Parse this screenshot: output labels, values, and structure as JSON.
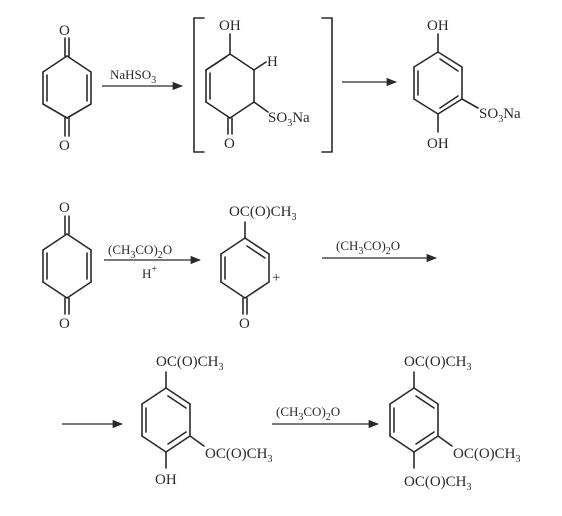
{
  "scheme": {
    "row1": {
      "reagent": {
        "main": "NaHSO",
        "sub": "3"
      },
      "intermediate": {
        "oh": "OH",
        "o": "O",
        "h": "H",
        "so3na_a": "SO",
        "so3na_sub": "3",
        "so3na_b": "Na"
      },
      "product": {
        "oh_top": "OH",
        "oh_bottom": "OH",
        "so3na_a": "SO",
        "so3na_sub": "3",
        "so3na_b": "Na"
      }
    },
    "row2": {
      "quinone_o_top": "O",
      "quinone_o_bottom": "O",
      "arrow1_reagent": {
        "a": "(CH",
        "s1": "3",
        "b": "CO)",
        "s2": "2",
        "c": "O"
      },
      "arrow1_catalyst": {
        "a": "H",
        "sup": "+"
      },
      "cation": {
        "oac": "OC(O)CH",
        "oac_sub": "3",
        "o": "O",
        "charge": "+"
      },
      "arrow2_reagent": {
        "a": "(CH",
        "s1": "3",
        "b": "CO)",
        "s2": "2",
        "c": "O"
      }
    },
    "row3": {
      "intermediate": {
        "oac_top": "OC(O)CH",
        "oac_top_sub": "3",
        "oac_side": "OC(O)CH",
        "oac_side_sub": "3",
        "oh": "OH"
      },
      "arrow_reagent": {
        "a": "(CH",
        "s1": "3",
        "b": "CO)",
        "s2": "2",
        "c": "O"
      },
      "product": {
        "oac_top": "OC(O)CH",
        "oac_top_sub": "3",
        "oac_side": "OC(O)CH",
        "oac_side_sub": "3",
        "oac_bottom": "OC(O)CH",
        "oac_bottom_sub": "3"
      }
    }
  }
}
